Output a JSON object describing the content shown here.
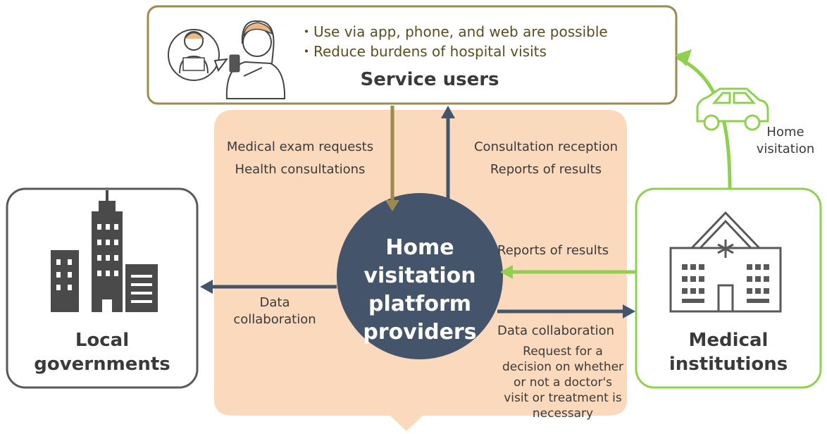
{
  "service_users": {
    "title": "Service users",
    "bullets": [
      "・Use via app, phone, and web are possible",
      "・Reduce burdens of hospital visits"
    ]
  },
  "hub": {
    "lines": [
      "Home",
      "visitation",
      "platform",
      "providers"
    ]
  },
  "local_governments": {
    "lines": [
      "Local",
      "governments"
    ]
  },
  "medical_institutions": {
    "lines": [
      "Medical",
      "institutions"
    ]
  },
  "flows": {
    "to_platform": [
      "Medical exam requests",
      "Health consultations"
    ],
    "to_users": [
      "Consultation reception",
      "Reports of results"
    ],
    "to_government": [
      "Data",
      "collaboration"
    ],
    "from_medical": "Reports of results",
    "to_medical": "Data collaboration",
    "to_medical_request": [
      "Request for a",
      "decision on whether",
      "or not a doctor's",
      "visit or treatment is",
      "necessary"
    ],
    "home_visitation": [
      "Home",
      "visitation"
    ]
  },
  "colors": {
    "hub": "#44546a",
    "users_border": "#9b8b4f",
    "medical_border": "#8fd14f",
    "gov_border": "#595959",
    "peach": "#fbd9bd",
    "arrow_dark": "#44546a",
    "arrow_green": "#8fd14f",
    "arrow_olive": "#9b8b4f"
  },
  "icons": {
    "users": "woman-with-phone-and-operator-icon",
    "government": "office-buildings-icon",
    "medical": "hospital-building-icon",
    "vehicle": "car-icon"
  }
}
